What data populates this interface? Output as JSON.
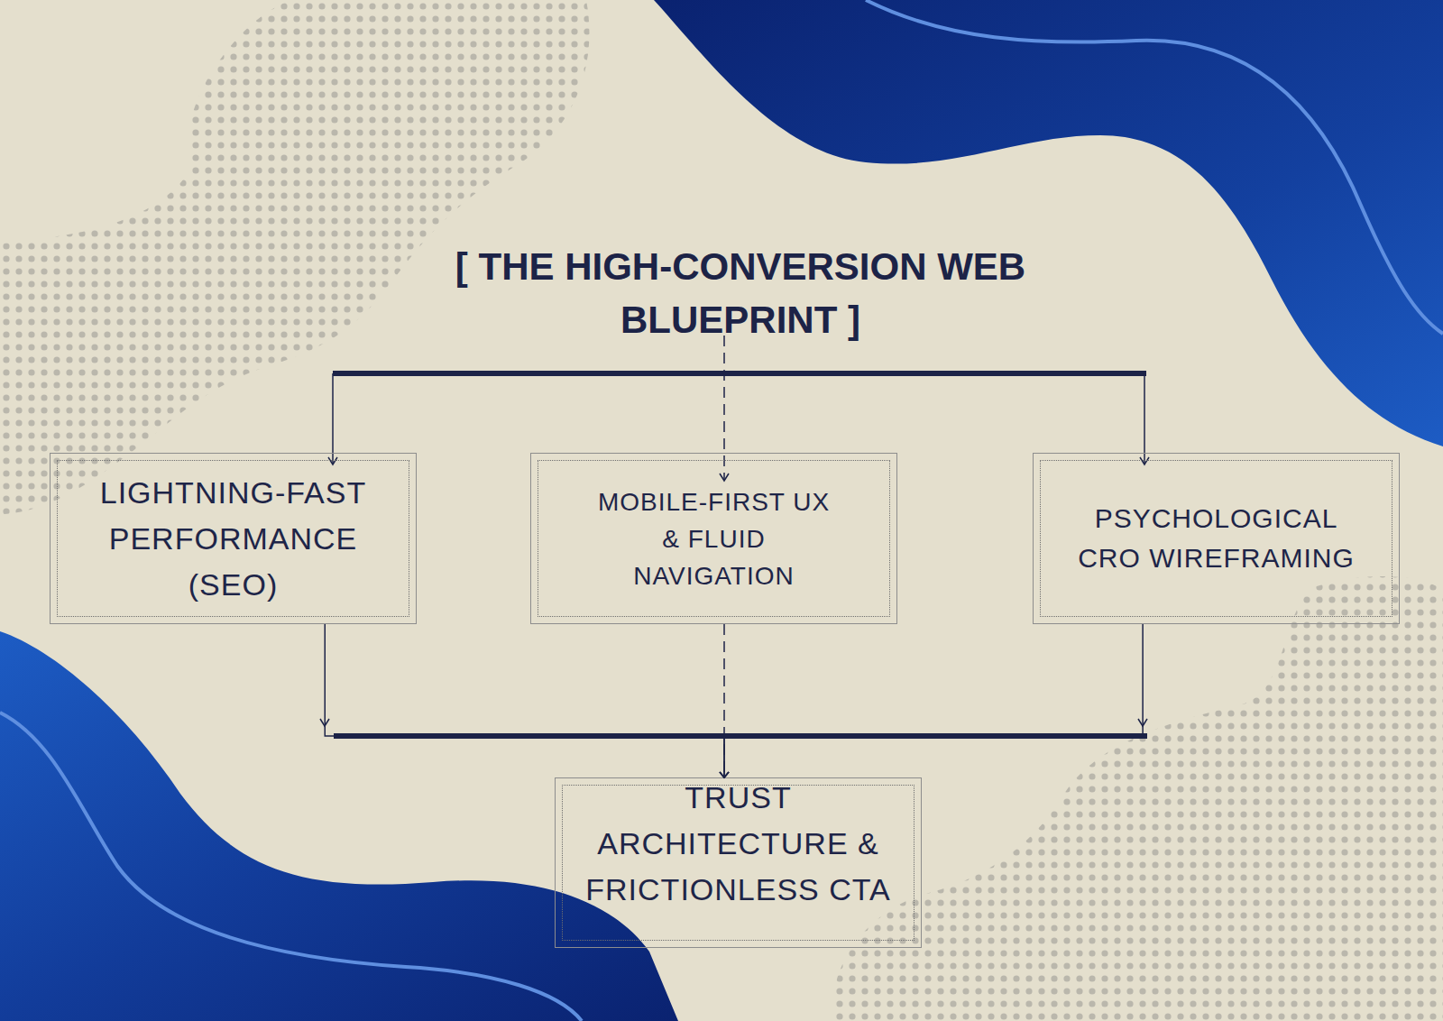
{
  "diagram": {
    "title": "[ THE HIGH-CONVERSION WEB BLUEPRINT ]",
    "nodes": [
      {
        "text": [
          "LIGHTNING-FAST PERFORMANCE (SEO)"
        ]
      },
      {
        "text": [
          "MOBILE-FIRST UX & FLUID NAVIGATION"
        ]
      },
      {
        "text": [
          "PSYCHOLOGICAL CRO WIREFRAMING"
        ]
      },
      {
        "text": [
          "TRUST ARCHITECTURE & FRICTIONLESS CTA"
        ]
      }
    ],
    "edges": [
      {
        "from": 0,
        "to": 3,
        "arrow": "to"
      },
      {
        "from": 1,
        "to": 3,
        "arrow": "to"
      },
      {
        "from": 2,
        "to": 3,
        "arrow": "to"
      }
    ]
  }
}
